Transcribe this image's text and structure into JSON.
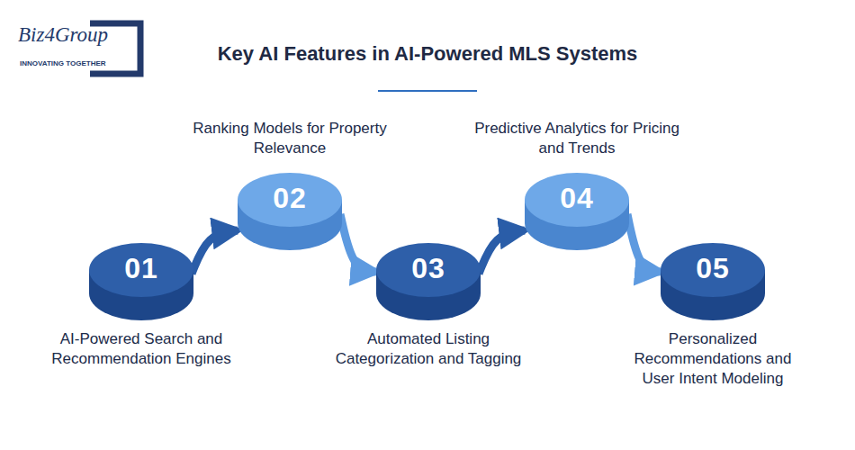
{
  "diagram": {
    "title": "Key AI Features in AI-Powered MLS Systems",
    "nodes": [
      {
        "text": [
          "01",
          "AI-Powered Search and Recommendation Engines"
        ]
      },
      {
        "text": [
          "02",
          "Ranking Models for Property Relevance"
        ]
      },
      {
        "text": [
          "03",
          "Automated Listing Categorization and Tagging"
        ]
      },
      {
        "text": [
          "04",
          "Predictive Analytics for Pricing and Trends"
        ]
      },
      {
        "text": [
          "05",
          "Personalized Recommendations and User Intent Modeling"
        ]
      }
    ],
    "edges": [
      {
        "from": 0,
        "to": 1,
        "arrow": "to"
      },
      {
        "from": 1,
        "to": 2,
        "arrow": "to"
      },
      {
        "from": 2,
        "to": 3,
        "arrow": "to"
      },
      {
        "from": 3,
        "to": 4,
        "arrow": "to"
      }
    ],
    "labels": [
      "Biz4Group",
      "INNOVATING TOGETHER"
    ]
  }
}
